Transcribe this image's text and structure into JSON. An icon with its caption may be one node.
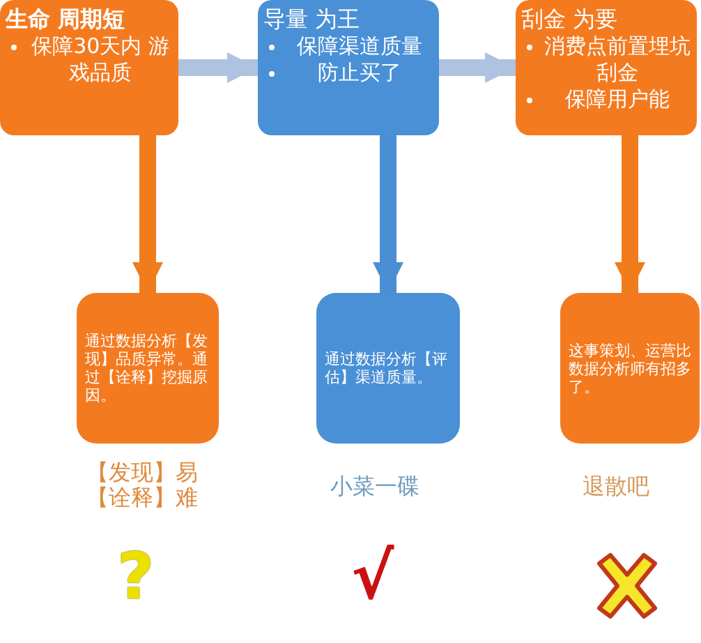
{
  "diagram": {
    "nodes": [
      {
        "text": [
          "生命 周期短",
          "保障30天内 游戏品质"
        ]
      },
      {
        "text": [
          "导量 为王",
          "保障渠道质量",
          "防止买了"
        ]
      },
      {
        "text": [
          "刮金 为要",
          "消费点前置埋坑刮金",
          "保障用户能"
        ]
      },
      {
        "text": [
          "通过数据分析【发现】品质异常。通过【诠释】挖掘原因。"
        ],
        "beside": [
          "【发现】易【诠释】难"
        ]
      },
      {
        "text": [
          "通过数据分析【评估】渠道质量。"
        ],
        "beside": [
          "小菜一碟"
        ]
      },
      {
        "text": [
          "这事策划、运营比数据分析师有招多了。"
        ],
        "beside": [
          "退散吧"
        ]
      }
    ],
    "edges": [
      {
        "from": 0,
        "to": 1,
        "arrow": "to",
        "color": "#aec3e0"
      },
      {
        "from": 1,
        "to": 2,
        "arrow": "to",
        "color": "#aec3e0"
      },
      {
        "from": 0,
        "to": 3,
        "arrow": "to",
        "color": "#f07c1c"
      },
      {
        "from": 1,
        "to": 4,
        "arrow": "to",
        "color": "#4a8fd4"
      },
      {
        "from": 2,
        "to": 5,
        "arrow": "to",
        "color": "#f07c1c"
      }
    ],
    "labels": [
      "?",
      "√"
    ]
  }
}
